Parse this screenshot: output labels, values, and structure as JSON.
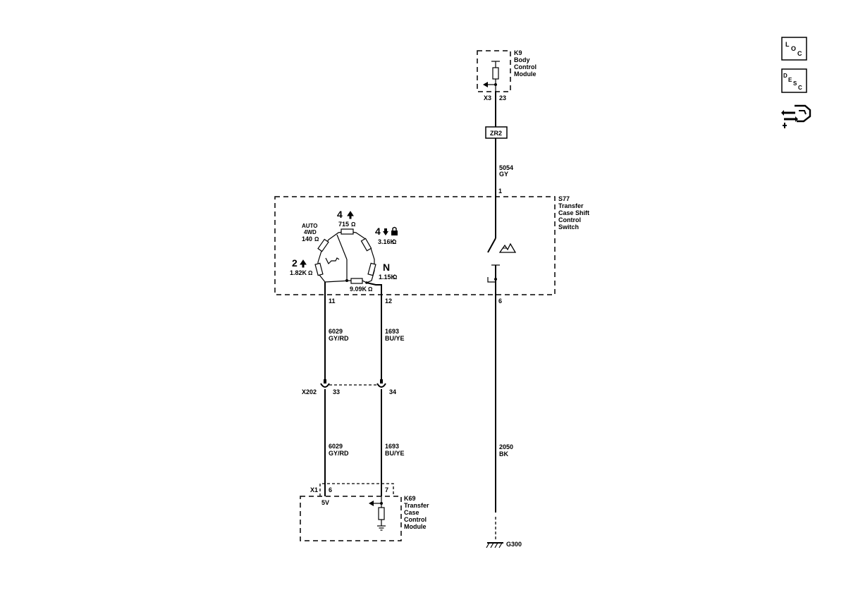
{
  "k9": {
    "id": "K9",
    "name_lines": [
      "Body",
      "Control",
      "Module"
    ],
    "connector": "X3",
    "pin": "23"
  },
  "zr2": "ZR2",
  "wire_top": {
    "circuit": "5054",
    "color": "GY"
  },
  "s77": {
    "id": "S77",
    "name_lines": [
      "Transfer",
      "Case Shift",
      "Control",
      "Switch"
    ],
    "pin_top": "1",
    "pin_left": "11",
    "pin_mid": "12",
    "pin_right": "6",
    "positions": {
      "four_high": {
        "label": "4",
        "value": "715",
        "unit": "Ω",
        "arrow": "up-arrow-icon"
      },
      "four_low": {
        "label": "4",
        "value": "3.16K",
        "unit": "Ω",
        "arrow": "down-arrow-icon",
        "extra": "lock-icon"
      },
      "auto": {
        "label_lines": [
          "AUTO",
          "4WD"
        ],
        "value": "140",
        "unit": "Ω"
      },
      "two_high": {
        "label": "2",
        "value": "1.82K",
        "unit": "Ω",
        "arrow": "up-arrow-icon"
      },
      "neutral": {
        "label": "N",
        "value": "1.15K",
        "unit": "Ω"
      },
      "bottom": {
        "value": "9.09K",
        "unit": "Ω"
      }
    }
  },
  "wire_a_upper": {
    "circuit": "6029",
    "color": "GY/RD"
  },
  "wire_b_upper": {
    "circuit": "1693",
    "color": "BU/YE"
  },
  "x202": {
    "id": "X202",
    "pin_a": "33",
    "pin_b": "34"
  },
  "wire_a_lower": {
    "circuit": "6029",
    "color": "GY/RD"
  },
  "wire_b_lower": {
    "circuit": "1693",
    "color": "BU/YE"
  },
  "wire_ground": {
    "circuit": "2050",
    "color": "BK"
  },
  "k69": {
    "id": "K69",
    "name_lines": [
      "Transfer",
      "Case",
      "Control",
      "Module"
    ],
    "connector": "X1",
    "pin_a": "6",
    "pin_b": "7",
    "supply": "5V"
  },
  "ground": "G300",
  "tools": {
    "loc": [
      "L",
      "O",
      "C"
    ],
    "desc": [
      "D",
      "E",
      "S",
      "C"
    ],
    "third": "connector-tool-icon"
  }
}
